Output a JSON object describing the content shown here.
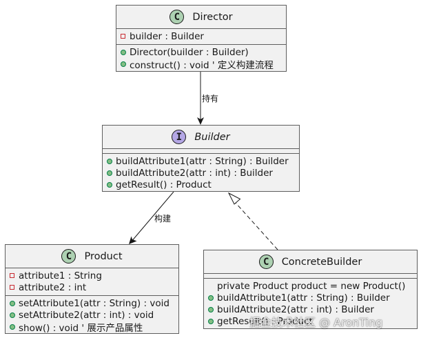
{
  "diagram": {
    "director": {
      "name": "Director",
      "stereotype": "C",
      "fields": [
        {
          "vis": "private",
          "text": "builder : Builder"
        }
      ],
      "methods": [
        {
          "vis": "public",
          "text": "Director(builder : Builder)"
        },
        {
          "vis": "public",
          "text": "construct() : void  ' 定义构建流程"
        }
      ]
    },
    "builder": {
      "name": "Builder",
      "stereotype": "I",
      "methods": [
        {
          "vis": "public",
          "text": "buildAttribute1(attr : String) : Builder"
        },
        {
          "vis": "public",
          "text": "buildAttribute2(attr : int) : Builder"
        },
        {
          "vis": "public",
          "text": "getResult() : Product"
        }
      ]
    },
    "product": {
      "name": "Product",
      "stereotype": "C",
      "fields": [
        {
          "vis": "private",
          "text": "attribute1 : String"
        },
        {
          "vis": "private",
          "text": "attribute2 : int"
        }
      ],
      "methods": [
        {
          "vis": "public",
          "text": "setAttribute1(attr : String) : void"
        },
        {
          "vis": "public",
          "text": "setAttribute2(attr : int) : void"
        },
        {
          "vis": "public",
          "text": "show() : void  ' 展示产品属性"
        }
      ]
    },
    "concrete": {
      "name": "ConcreteBuilder",
      "stereotype": "C",
      "members": [
        {
          "vis": "none",
          "text": "private Product product = new Product()"
        },
        {
          "vis": "public",
          "text": "buildAttribute1(attr : String) : Builder"
        },
        {
          "vis": "public",
          "text": "buildAttribute2(attr : int) : Builder"
        },
        {
          "vis": "public",
          "text": "getResult() : Product"
        }
      ]
    },
    "relations": {
      "holds_label": "持有",
      "builds_label": "构建"
    },
    "watermark": "掘金技术社区 @ AronTing"
  }
}
